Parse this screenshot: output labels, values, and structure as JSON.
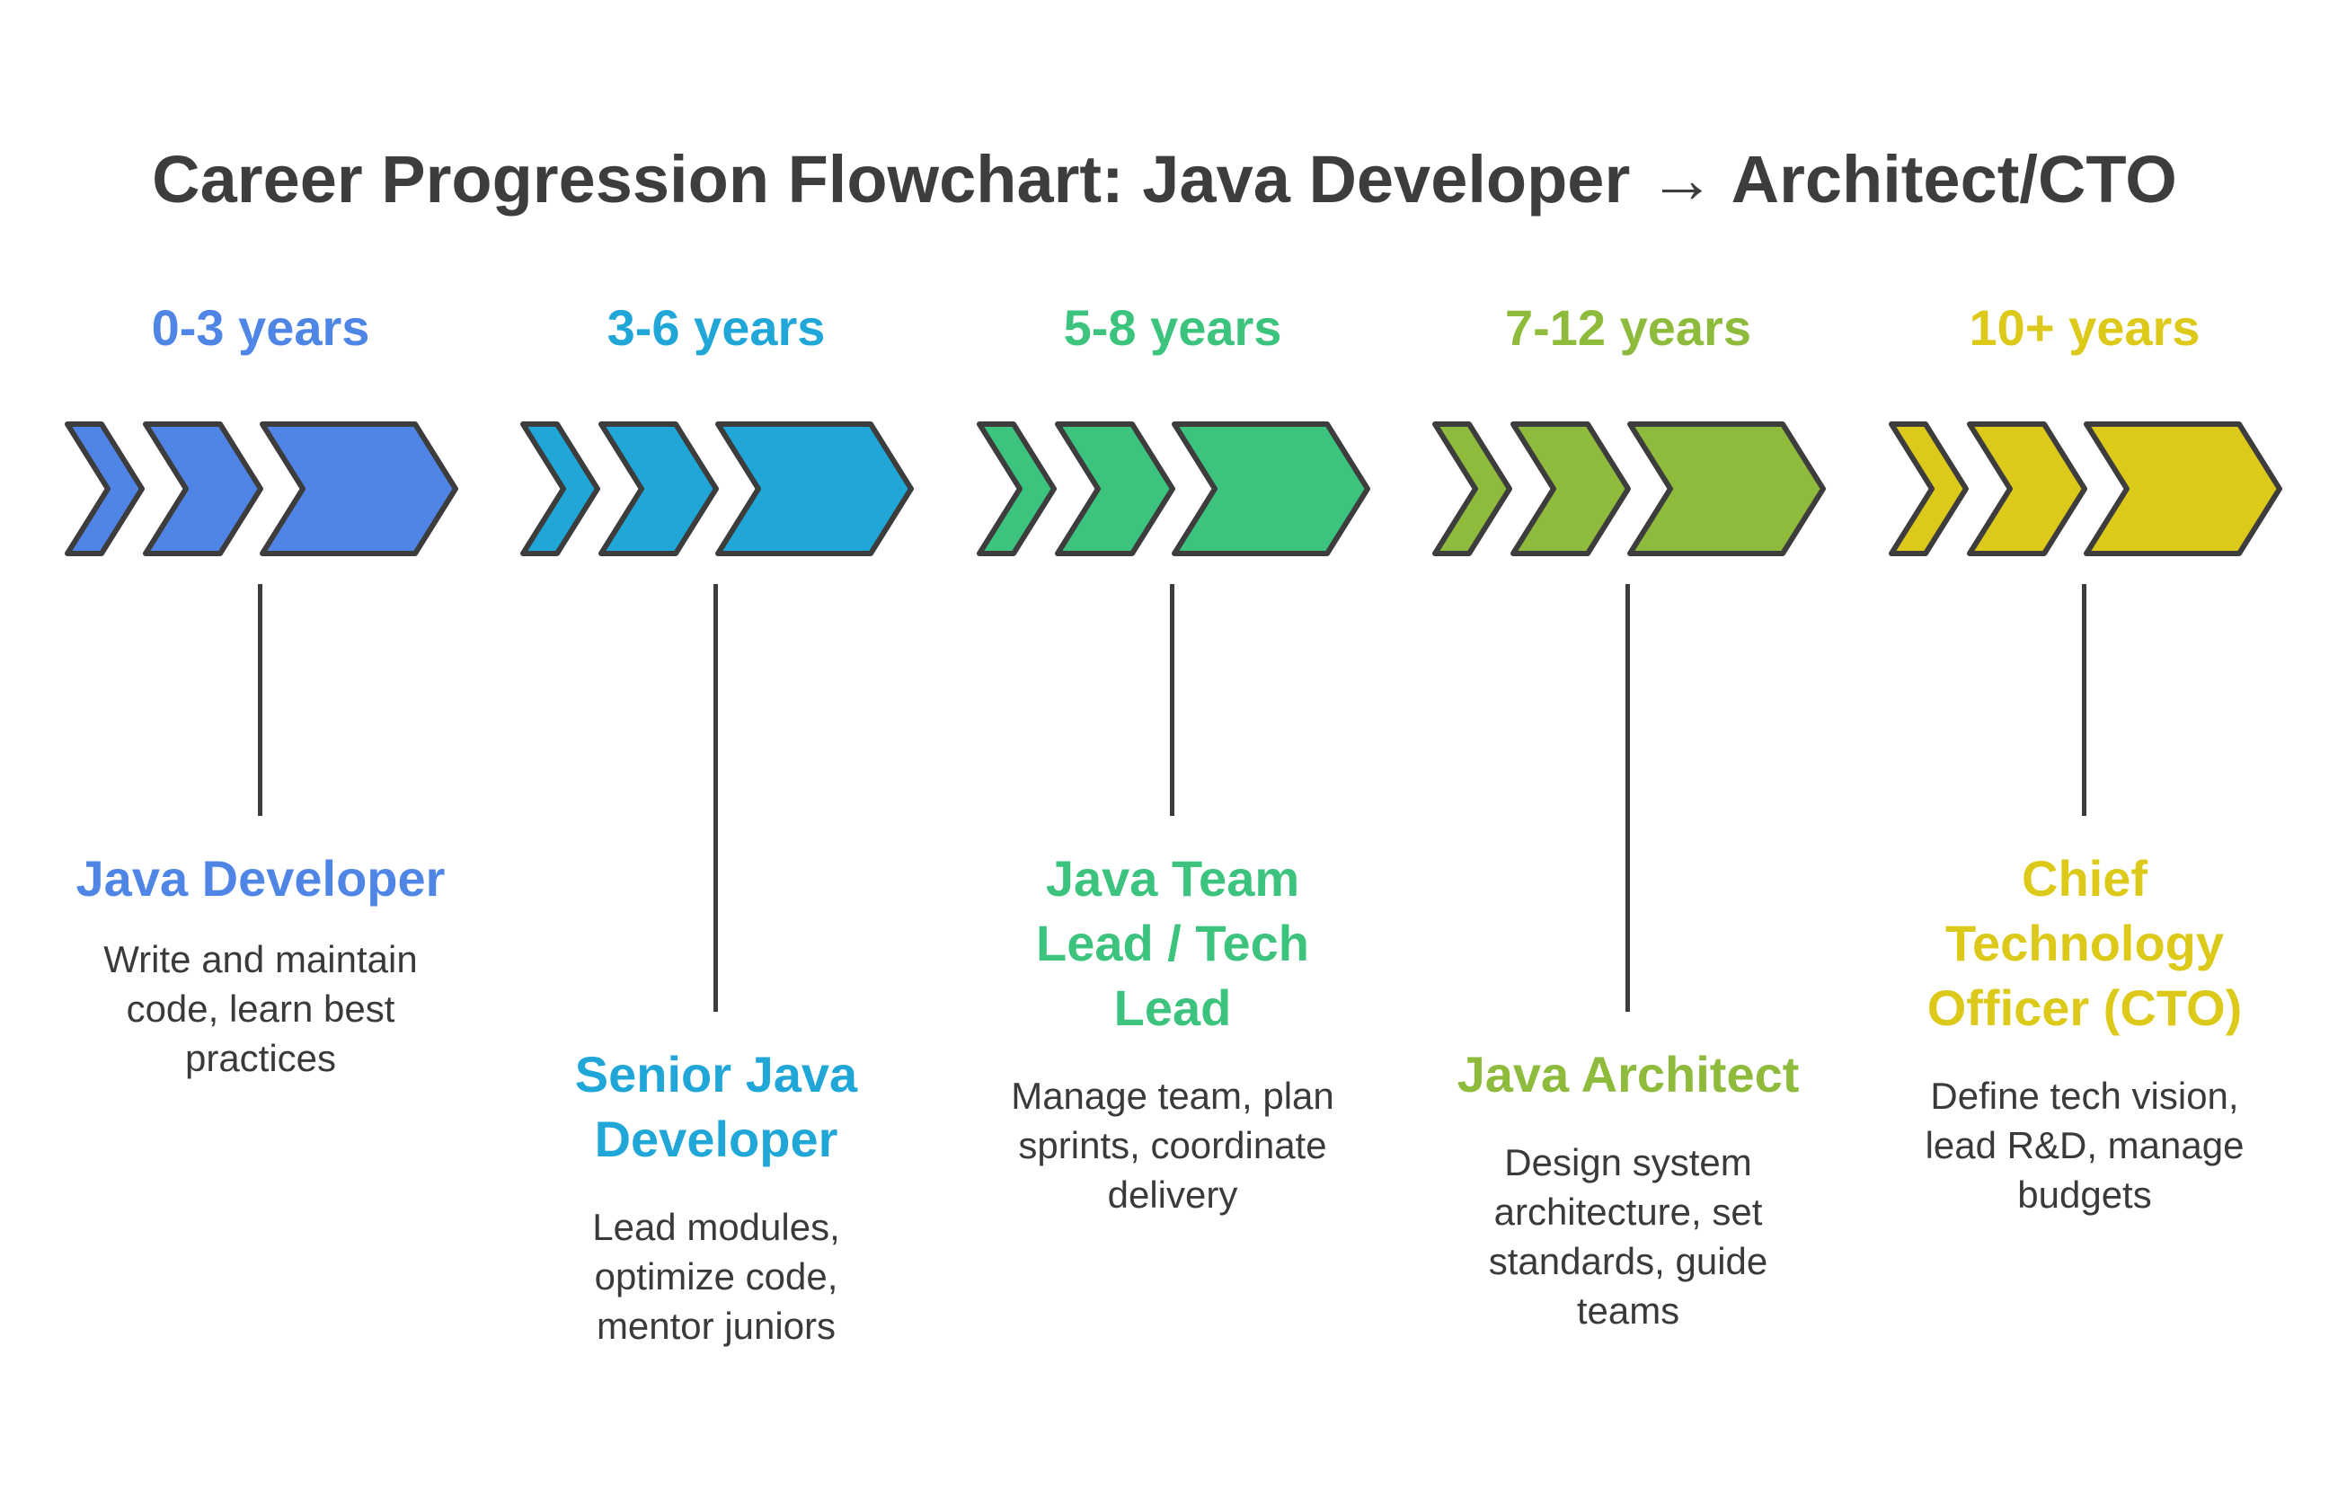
{
  "title": "Career Progression Flowchart: Java Developer → Architect/CTO",
  "stages": [
    {
      "years": "0-3 years",
      "role": "Java Developer",
      "description": "Write and maintain code, learn best practices",
      "color": "#4f86e5"
    },
    {
      "years": "3-6 years",
      "role": "Senior Java Developer",
      "description": "Lead modules, optimize code, mentor juniors",
      "color": "#20a7d8"
    },
    {
      "years": "5-8 years",
      "role": "Java Team Lead / Tech Lead",
      "description": "Manage team, plan sprints, coordinate delivery",
      "color": "#3cc47f"
    },
    {
      "years": "7-12 years",
      "role": "Java Architect",
      "description": "Design system architecture, set standards, guide teams",
      "color": "#8fbb3c"
    },
    {
      "years": "10+ years",
      "role": "Chief Technology Officer (CTO)",
      "description": "Define tech vision, lead R&D, manage budgets",
      "color": "#dcc91a"
    }
  ],
  "outline_color": "#3d3d3d"
}
